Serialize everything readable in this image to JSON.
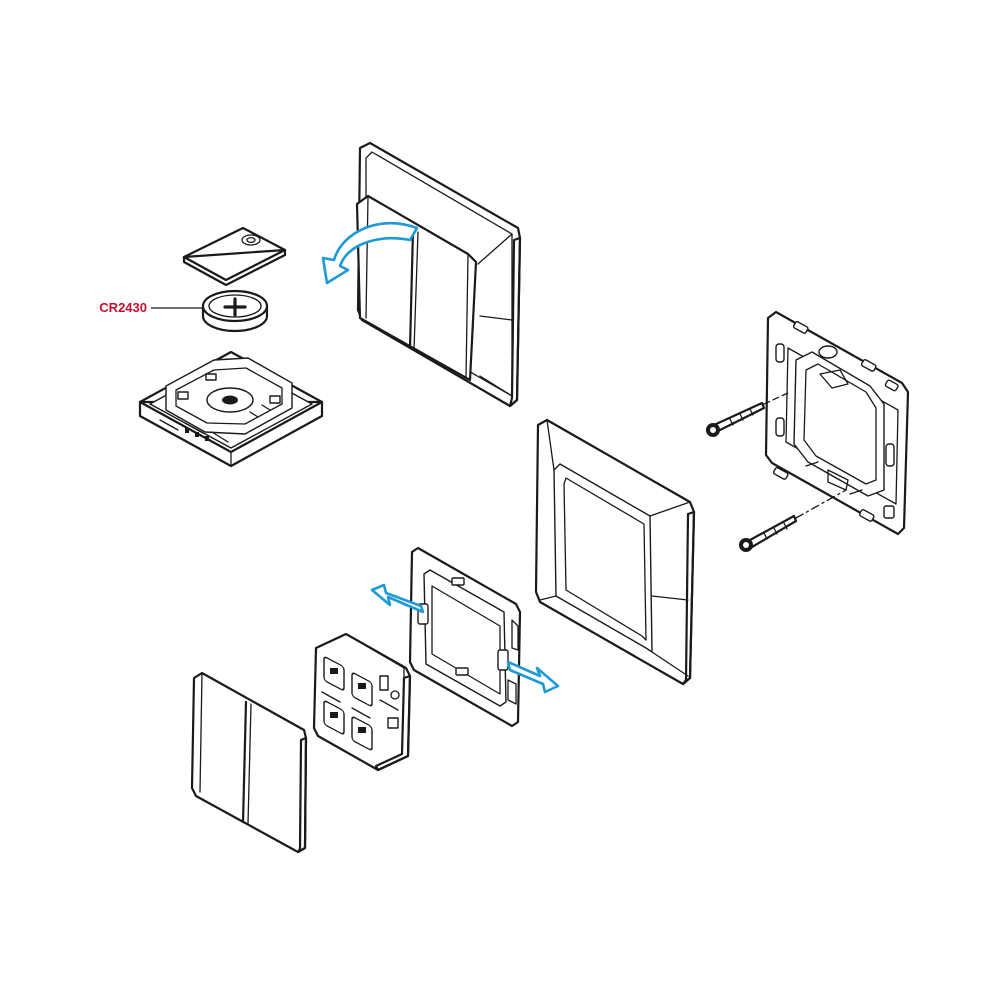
{
  "battery_label": {
    "text": "CR2430",
    "color": "#c8102e"
  },
  "colors": {
    "line": "#1a1a1a",
    "arrow": "#1e9ad6",
    "background": "#ffffff"
  },
  "parts": [
    "battery-cover",
    "cr2430-coin-battery",
    "transmitter-module-housing",
    "assembled-double-rocker-switch",
    "mounting-bracket",
    "mounting-screw-upper",
    "mounting-screw-lower",
    "frame-cover",
    "adapter-frame",
    "switch-module",
    "double-rocker-keys"
  ],
  "icons": [
    "plus-icon",
    "rotate-arrow-icon",
    "clip-arrow-left-icon",
    "clip-arrow-right-icon"
  ]
}
